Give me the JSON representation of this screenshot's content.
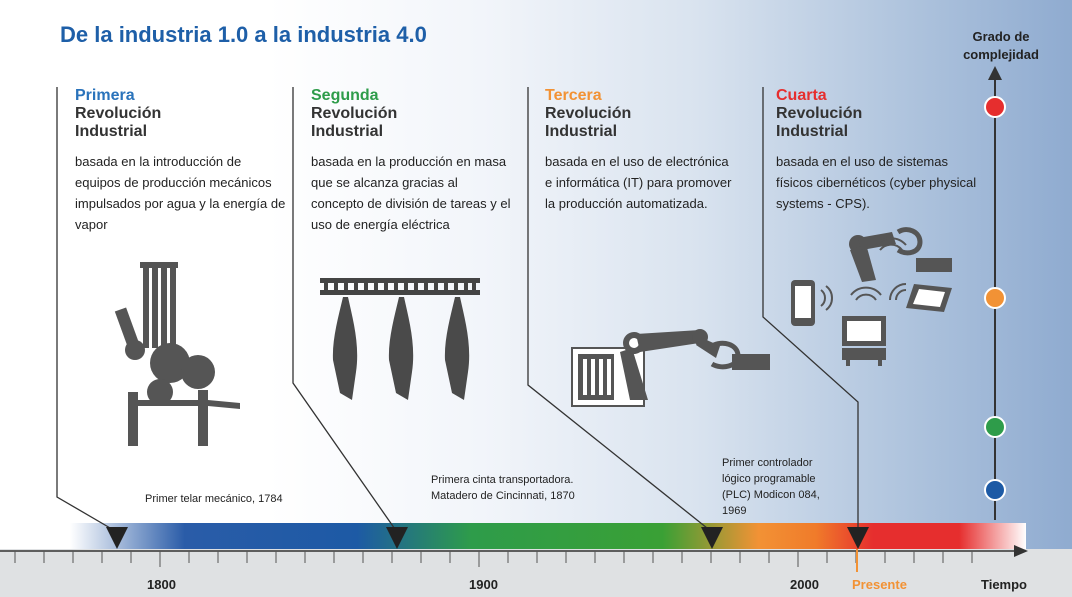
{
  "title": "De la industria 1.0  a la industria 4.0",
  "complexity_label_line1": "Grado de",
  "complexity_label_line2": "complejidad",
  "columns": [
    {
      "ordinal": "Primera",
      "name_line1": "Revolución",
      "name_line2": "Industrial",
      "description": "basada en la introducción de equipos de producción mecánicos impulsados por agua y la energía de vapor",
      "color": "#2a73bb"
    },
    {
      "ordinal": "Segunda",
      "name_line1": "Revolución",
      "name_line2": "Industrial",
      "description": "basada en la producción en masa que se alcanza gracias al concepto de  división de tareas y el uso de energía eléctrica",
      "color": "#2e9c4a"
    },
    {
      "ordinal": "Tercera",
      "name_line1": "Revolución",
      "name_line2": "Industrial",
      "description": "basada en el uso de electrónica e informática (IT) para promover la producción automatizada.",
      "color": "#f29235"
    },
    {
      "ordinal": "Cuarta",
      "name_line1": "Revolución",
      "name_line2": "Industrial",
      "description": "basada en el uso de sistemas físicos cibernéticos (cyber physical systems - CPS).",
      "color": "#e62e2e"
    }
  ],
  "events": [
    {
      "line1": "Primer telar mecánico, 1784"
    },
    {
      "line1": "Primera cinta transportadora.",
      "line2": "Matadero de Cincinnati, 1870"
    },
    {
      "line1": "Primer controlador",
      "line2": "lógico programable",
      "line3": "(PLC) Modicon 084,",
      "line4": "1969"
    }
  ],
  "axis": {
    "labels": [
      "1800",
      "1900",
      "2000"
    ],
    "present_label": "Presente",
    "present_color": "#f29235",
    "axis_title": "Tiempo"
  },
  "complexity_dots": [
    "#e62e2e",
    "#f29235",
    "#2e9c4a",
    "#1d5aa5"
  ],
  "icons": [
    "mechanical-loom-icon",
    "conveyor-meat-icon",
    "robot-arm-plc-icon",
    "cyber-physical-devices-icon"
  ]
}
